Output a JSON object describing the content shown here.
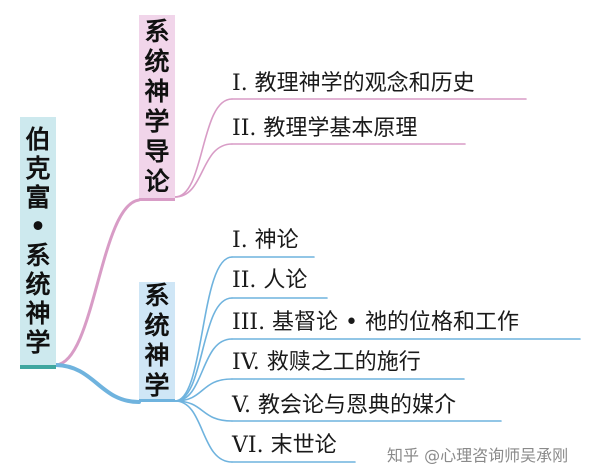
{
  "root": {
    "chars": [
      "伯",
      "克",
      "富",
      "•",
      "系",
      "统",
      "神",
      "学"
    ]
  },
  "branches": [
    {
      "chars": [
        "系",
        "统",
        "神",
        "学",
        "导",
        "论"
      ],
      "color": "#d89cc6",
      "items": [
        "I. 教理神学的观念和历史",
        "II. 教理学基本原理"
      ]
    },
    {
      "chars": [
        "系",
        "统",
        "神",
        "学"
      ],
      "color": "#6fb3de",
      "items": [
        "I. 神论",
        "II. 人论",
        "III. 基督论 • 祂的位格和工作",
        "IV. 救赎之工的施行",
        "V. 教会论与恩典的媒介",
        "VI. 末世论"
      ]
    }
  ],
  "watermark": "知乎 @心理咨询师吴承刚"
}
